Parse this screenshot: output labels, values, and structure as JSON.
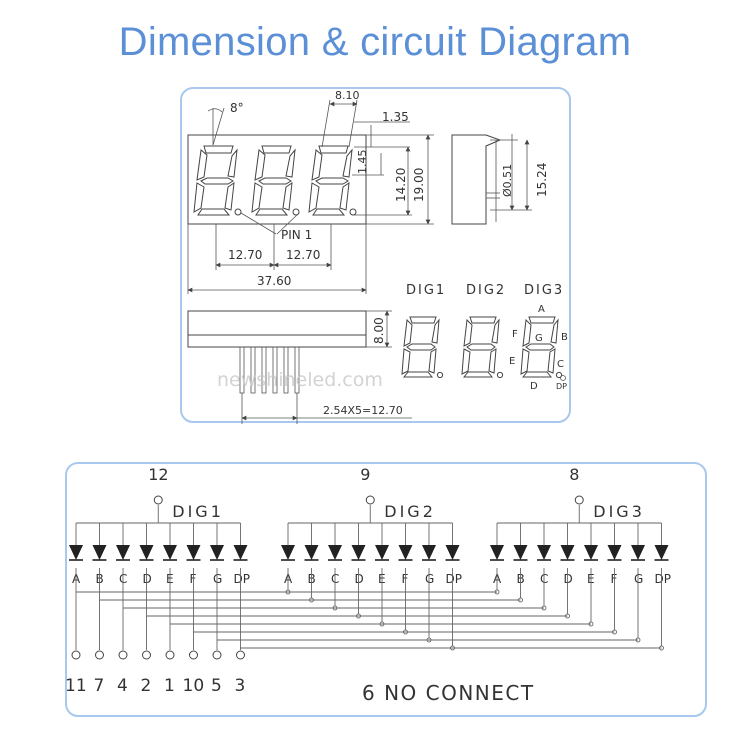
{
  "title": "Dimension & circuit Diagram",
  "watermark": "newshineled.com",
  "dimensions": {
    "angle": "8°",
    "seg_width": "8.10",
    "seg_thick": "1.35",
    "dp_size": "1.45",
    "digit_height": "14.20",
    "body_height": "19.00",
    "pin_dia": "Ø0.51",
    "side_height": "15.24",
    "pin1": "PIN 1",
    "pitch_a": "12.70",
    "pitch_b": "12.70",
    "total_width": "37.60",
    "depth": "8.00",
    "pin_pitch": "2.54X5=12.70"
  },
  "front_view": {
    "digit_labels": [
      "DIG1",
      "DIG2",
      "DIG3"
    ],
    "segment_letters": [
      "A",
      "B",
      "C",
      "D",
      "E",
      "F",
      "G",
      "DP"
    ]
  },
  "circuit": {
    "digits": [
      {
        "label": "DIG1",
        "pin": "12"
      },
      {
        "label": "DIG2",
        "pin": "9"
      },
      {
        "label": "DIG3",
        "pin": "8"
      }
    ],
    "segment_letters": [
      "A",
      "B",
      "C",
      "D",
      "E",
      "F",
      "G",
      "DP"
    ],
    "bottom_pins": [
      "11",
      "7",
      "4",
      "2",
      "1",
      "10",
      "5",
      "3"
    ],
    "note": "6 NO CONNECT"
  }
}
